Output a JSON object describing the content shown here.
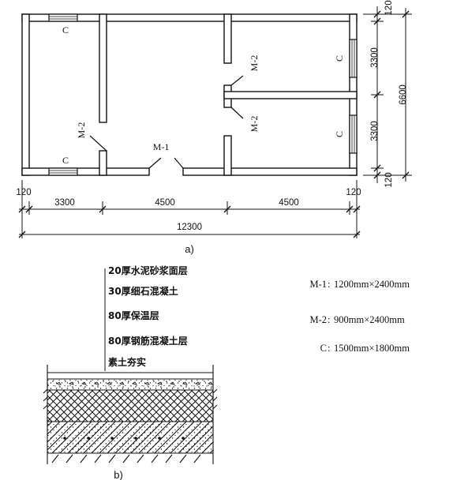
{
  "plan": {
    "caption": "a)",
    "window_label": "C",
    "door_m1": "M-1",
    "door_m2": "M-2",
    "dims_bottom": [
      "120",
      "3300",
      "4500",
      "4500",
      "120"
    ],
    "dim_total": "12300",
    "dims_right": [
      "120",
      "3300",
      "3300",
      "120"
    ],
    "dim_right_total": "6600"
  },
  "section": {
    "caption": "b)",
    "layers": [
      "20厚水泥砂浆面层",
      "30厚细石混凝土",
      "80厚保温层",
      "80厚钢筋混凝土层",
      "素土夯实"
    ]
  },
  "legend": {
    "items": [
      {
        "name": "M-1",
        "spec": "1200mm×2400mm"
      },
      {
        "name": "M-2",
        "spec": "900mm×2400mm"
      },
      {
        "name": "C",
        "spec": "1500mm×1800mm"
      }
    ]
  }
}
